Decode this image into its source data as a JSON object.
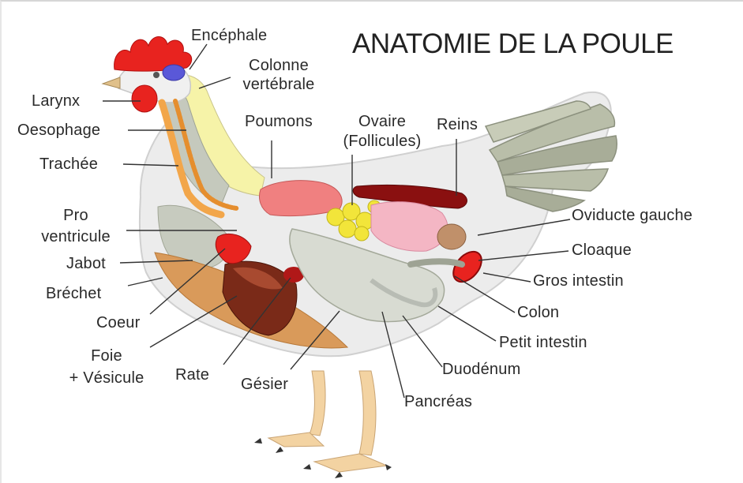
{
  "title": "ANATOMIE DE LA POULE",
  "labels": {
    "encephale": "Encéphale",
    "colonne_1": "Colonne",
    "colonne_2": "vertébrale",
    "larynx": "Larynx",
    "oesophage": "Oesophage",
    "trachee": "Trachée",
    "poumons": "Poumons",
    "ovaire_1": "Ovaire",
    "ovaire_2": "(Follicules)",
    "reins": "Reins",
    "proventricule_1": "Pro",
    "proventricule_2": "ventricule",
    "oviducte": "Oviducte gauche",
    "jabot": "Jabot",
    "cloaque": "Cloaque",
    "brechet": "Bréchet",
    "gros_intestin": "Gros intestin",
    "coeur": "Coeur",
    "colon": "Colon",
    "foie_1": "Foie",
    "foie_2": "+ Vésicule",
    "petit_intestin": "Petit intestin",
    "rate": "Rate",
    "duodenum": "Duodénum",
    "gesier": "Gésier",
    "pancreas": "Pancréas"
  },
  "colors": {
    "comb": "#e8231f",
    "lung": "#f08080",
    "ovary": "#f2e53a",
    "kidney": "#8a1010",
    "liver": "#7a2a18",
    "trachea": "#f2a64a",
    "spine": "#f6f3a8",
    "body_outline": "#e9e9e9",
    "intestine": "#b8bcb4",
    "tail": "#b7bca8",
    "leg": "#f3d3a2"
  }
}
